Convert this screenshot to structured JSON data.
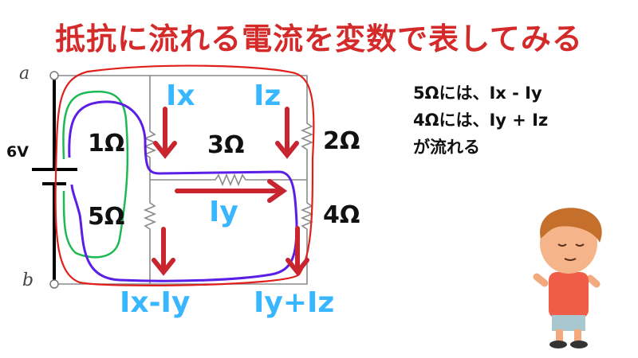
{
  "title": "抵抗に流れる電流を変数で表してみる",
  "circuit": {
    "node_a": "a",
    "node_b": "b",
    "voltage": "6V",
    "resistors": [
      "1Ω",
      "3Ω",
      "2Ω",
      "5Ω",
      "4Ω"
    ],
    "currents": {
      "ix": "Ix",
      "iz": "Iz",
      "iy": "Iy",
      "ix_minus_iy": "Ix-Iy",
      "iy_plus_iz": "Iy+Iz"
    }
  },
  "note": {
    "lines": [
      "5Ωには、Ix - Iy",
      "4Ωには、Iy + Iz",
      "が流れる"
    ]
  },
  "colors": {
    "title": "#d42a2a",
    "current_label": "#38b6ff",
    "arrow": "#c9252f",
    "loop_red": "#e0201d",
    "loop_green": "#1db954",
    "loop_purple": "#5b1ee6"
  }
}
